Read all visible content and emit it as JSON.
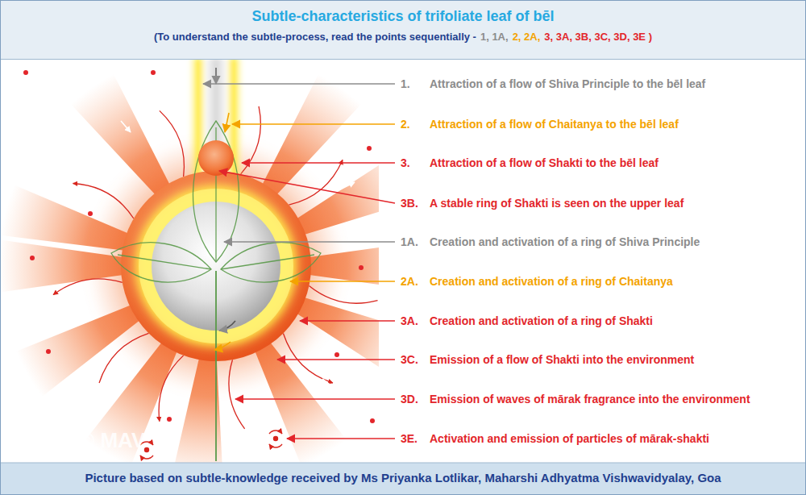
{
  "diagram": {
    "title": "Subtle-characteristics of trifoliate leaf of bēl",
    "caption": "Picture based on subtle-knowledge received by Ms Priyanka Lotlikar, Maharshi Adhyatma Vishwavidyalay, Goa",
    "labels": [
      "(To understand the subtle-process, read the points sequentially -",
      "1, 1A,",
      "2, 2A,",
      "3, 3A, 3B, 3C, 3D, 3E )",
      "1.",
      "Attraction of a flow of Shiva Principle to the bēl leaf",
      "2.",
      "Attraction of a flow of Chaitanya to the bēl leaf",
      "3.",
      "Attraction of a flow of Shakti to the bēl leaf",
      "3B.",
      "A stable ring of Shakti is seen on the upper leaf",
      "1A.",
      "Creation and activation of a ring of Shiva Principle",
      "2A.",
      "Creation and activation of a ring of Chaitanya",
      "3A.",
      "Creation and activation of a ring of Shakti",
      "3C.",
      "Emission of a flow of Shakti into the environment",
      "3D.",
      "Emission of waves of mārak fragrance into the environment",
      "3E.",
      "Activation and emission of particles of mārak-shakti",
      "© MAV"
    ]
  }
}
